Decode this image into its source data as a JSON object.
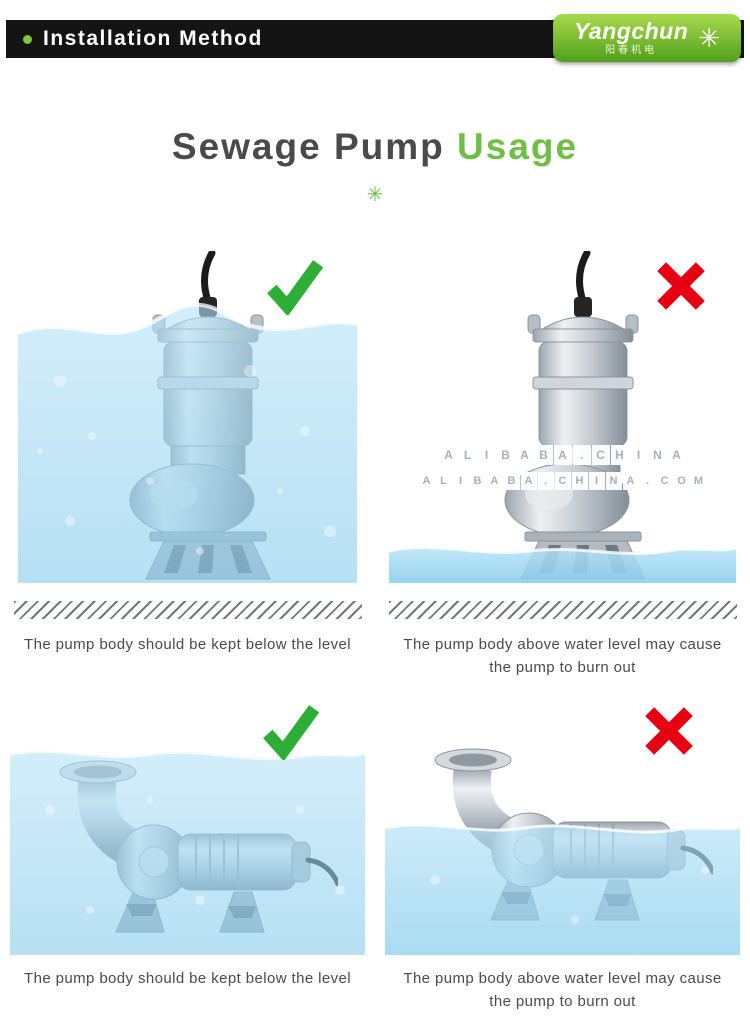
{
  "header": {
    "title": "Installation Method",
    "logo": {
      "brand": "Yangchun",
      "subtitle": "阳春机电",
      "snowflake_icon": "✳"
    }
  },
  "hero": {
    "title": "Sewage Pump",
    "accent": "Usage",
    "ornament": "✳"
  },
  "watermark": {
    "line1": "ALIBABA.CHINA",
    "line2": "ALIBABA.CHINA.COM"
  },
  "panels": [
    {
      "id": "vertical-submerged",
      "status": "correct",
      "caption": "The pump body should be kept below the level"
    },
    {
      "id": "vertical-exposed",
      "status": "wrong",
      "caption": "The pump body above water level may cause the pump to burn out"
    },
    {
      "id": "horizontal-submerged",
      "status": "correct",
      "caption": "The pump body should be kept below the level"
    },
    {
      "id": "horizontal-exposed",
      "status": "wrong",
      "caption": "The pump body above water level may cause the pump to burn out"
    }
  ],
  "colors": {
    "accent_green": "#6fbe45",
    "bullet_green": "#7ac943",
    "logo_green_light": "#a9d94c",
    "logo_green_dark": "#51a01d",
    "check_green": "#2fae37",
    "cross_red": "#e60012",
    "water_blue": "#9ad6f0",
    "bar_black": "#141414"
  }
}
